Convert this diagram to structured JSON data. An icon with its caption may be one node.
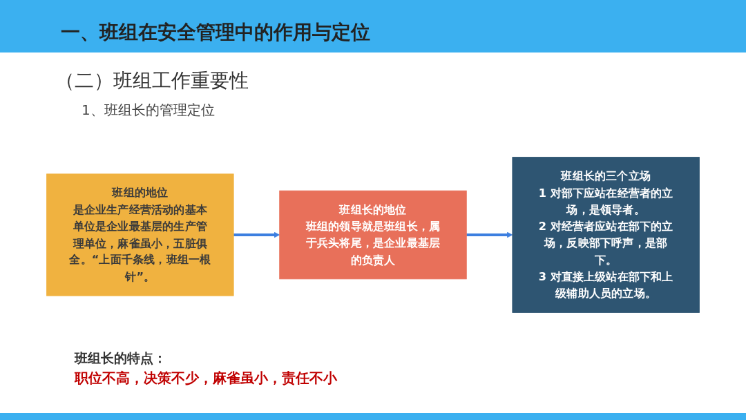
{
  "diagram": {
    "title": "一、班组在安全管理中的作用与定位",
    "nodes": [
      {
        "text": [
          "班组的地位",
          "是企业生产经营活动的基本单位是企业最基层的生产管理单位，麻雀虽小，五脏俱全。“上面千条线，班组一根针”。"
        ]
      },
      {
        "text": [
          "班组长的地位",
          "班组的领导就是班组长，属于兵头将尾，是企业最基层的负责人"
        ]
      },
      {
        "text": [
          "班组长的三个立场",
          "1 对部下应站在经营者的立场，是领导者。",
          "2 对经营者应站在部下的立场，反映部下呼声，是部下。",
          "3 对直接上级站在部下和上级辅助人员的立场。"
        ]
      }
    ],
    "edges": [
      {
        "from": 0,
        "to": 1,
        "arrow": "to"
      },
      {
        "from": 1,
        "to": 2,
        "arrow": "to"
      }
    ],
    "labels": [
      "（二）班组工作重要性",
      "1、班组长的管理定位",
      "班组长的特点：",
      "职位不高，决策不少，麻雀虽小，责任不小"
    ]
  }
}
